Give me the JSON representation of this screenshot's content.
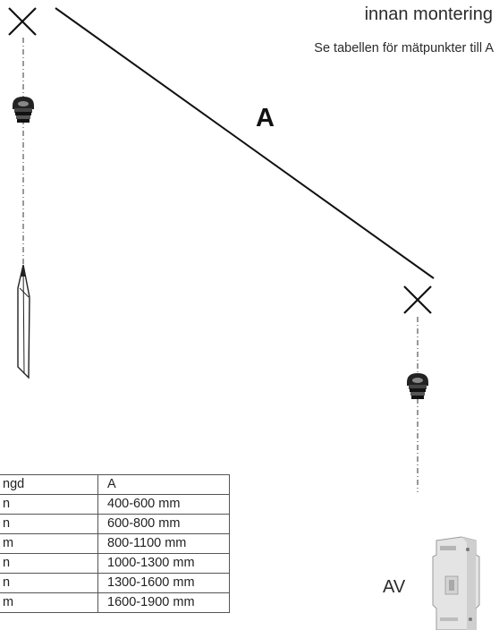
{
  "heading": "innan montering",
  "subheading": "Se tabellen för mätpunkter till A",
  "dimension_label": "A",
  "table": {
    "header": [
      "ngd",
      "A"
    ],
    "rows": [
      [
        "n",
        "400-600 mm"
      ],
      [
        "n",
        "600-800 mm"
      ],
      [
        "m",
        "800-1100 mm"
      ],
      [
        "n",
        "1000-1300 mm"
      ],
      [
        "n",
        "1300-1600 mm"
      ],
      [
        "m",
        "1600-1900 mm"
      ]
    ]
  },
  "switch_label": "AV",
  "icons": [
    "cross-mark-icon",
    "cable-grommet-icon",
    "pencil-icon",
    "circuit-breaker-icon"
  ]
}
